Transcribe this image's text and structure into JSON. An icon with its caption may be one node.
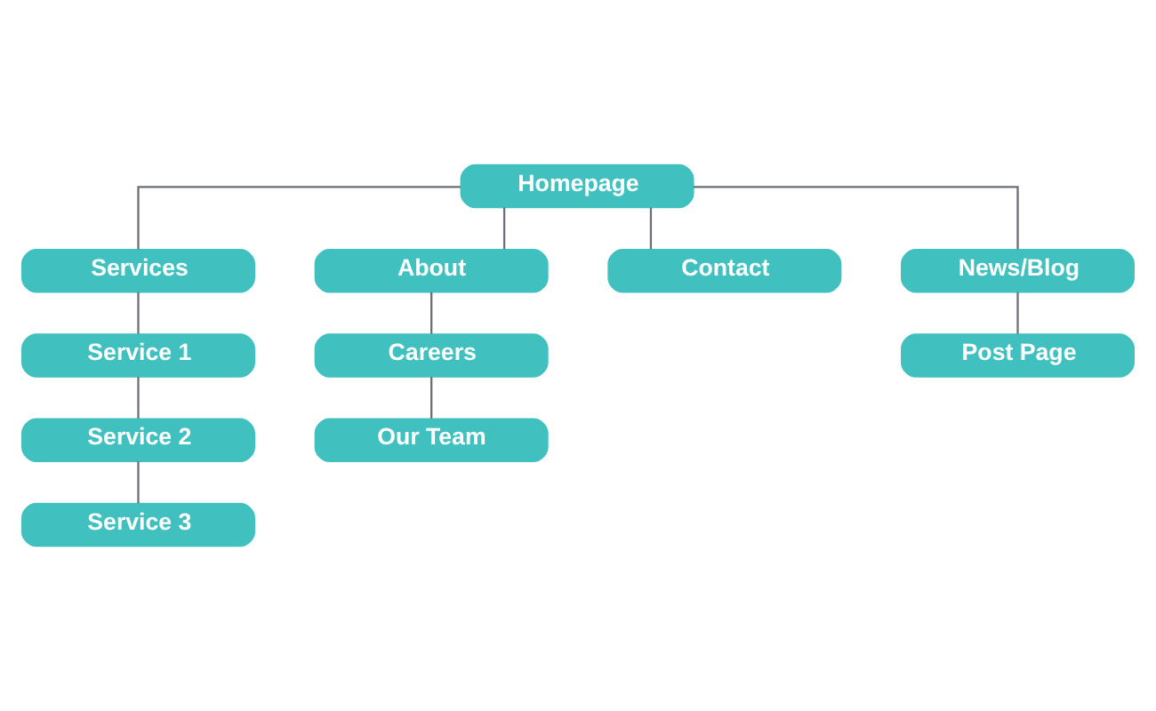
{
  "diagram": {
    "nodes": [
      {
        "text": [
          "Homepage"
        ]
      },
      {
        "text": [
          "Services"
        ]
      },
      {
        "text": [
          "About"
        ]
      },
      {
        "text": [
          "Contact"
        ]
      },
      {
        "text": [
          "News/Blog"
        ]
      },
      {
        "text": [
          "Service 1"
        ]
      },
      {
        "text": [
          "Service 2"
        ]
      },
      {
        "text": [
          "Service 3"
        ]
      },
      {
        "text": [
          "Careers"
        ]
      },
      {
        "text": [
          "Our Team"
        ]
      },
      {
        "text": [
          "Post Page"
        ]
      }
    ],
    "edges": [
      {
        "from": 0,
        "to": 1,
        "arrow": "none"
      },
      {
        "from": 0,
        "to": 2,
        "arrow": "none"
      },
      {
        "from": 0,
        "to": 3,
        "arrow": "none"
      },
      {
        "from": 0,
        "to": 4,
        "arrow": "none"
      },
      {
        "from": 1,
        "to": 5,
        "arrow": "none"
      },
      {
        "from": 5,
        "to": 6,
        "arrow": "none"
      },
      {
        "from": 6,
        "to": 7,
        "arrow": "none"
      },
      {
        "from": 2,
        "to": 8,
        "arrow": "none"
      },
      {
        "from": 8,
        "to": 9,
        "arrow": "none"
      },
      {
        "from": 4,
        "to": 10,
        "arrow": "none"
      }
    ]
  }
}
